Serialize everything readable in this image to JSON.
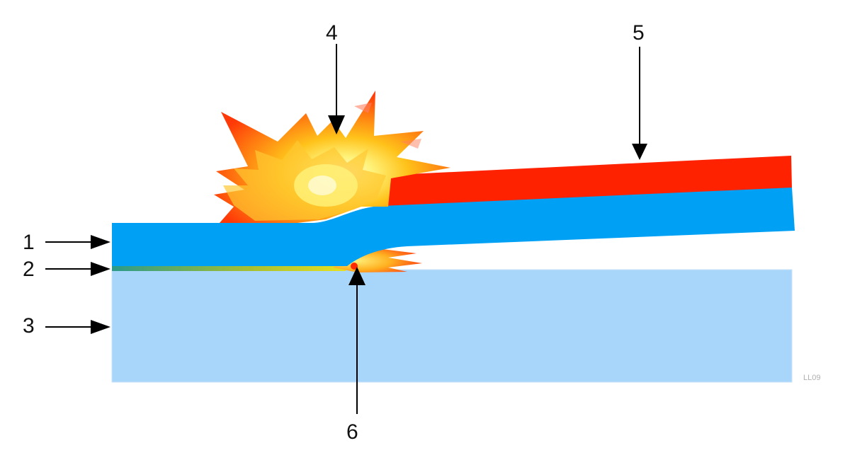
{
  "diagram": {
    "type": "explosion-welding-cross-section",
    "labels": [
      {
        "id": "1",
        "text": "1",
        "target": "flyer-plate"
      },
      {
        "id": "2",
        "text": "2",
        "target": "interface-gap"
      },
      {
        "id": "3",
        "text": "3",
        "target": "base-plate"
      },
      {
        "id": "4",
        "text": "4",
        "target": "detonation"
      },
      {
        "id": "5",
        "text": "5",
        "target": "explosive-layer"
      },
      {
        "id": "6",
        "text": "6",
        "target": "collision-point-jet"
      }
    ],
    "code": "LL09",
    "colors": {
      "flyer_plate": "#00a0f5",
      "base_plate": "#a8d6fb",
      "explosive": "#ff2200",
      "fire_outer": "#ff4a10",
      "fire_mid": "#ff9a10",
      "fire_core": "#fff27a",
      "arrow": "#000000"
    }
  }
}
